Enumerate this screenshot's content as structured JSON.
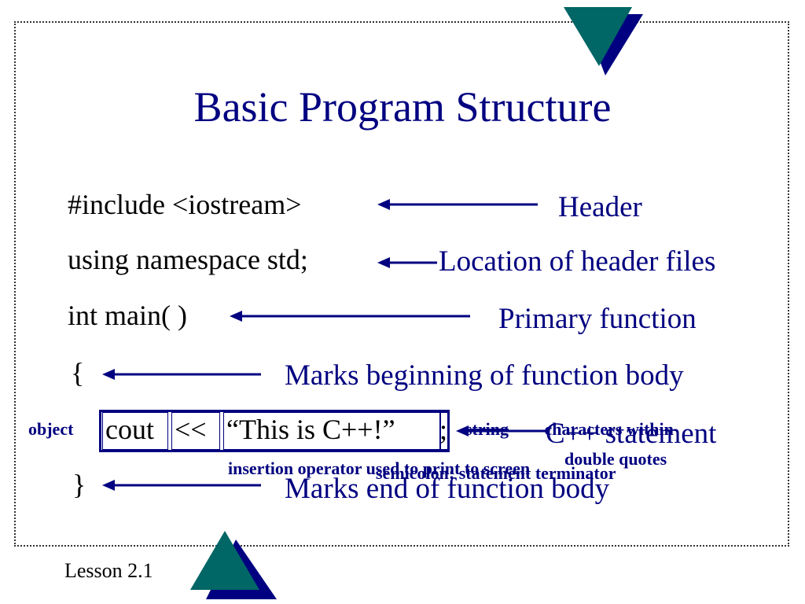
{
  "slide": {
    "title": "Basic Program Structure",
    "footer": "Lesson 2.1",
    "colors": {
      "accent": "#000080",
      "teal": "#006666",
      "text": "#000000"
    }
  },
  "code": {
    "line1": "#include <iostream>",
    "line2": "using namespace std;",
    "line3": "int main( )",
    "line4": "{",
    "line5": {
      "object": "cout",
      "operator": "<<",
      "string": "“This is C++!”",
      "semicolon": ";"
    },
    "line6": "}"
  },
  "annotations": {
    "header": "Header",
    "location": "Location of header files",
    "primary": "Primary function",
    "begin": "Marks beginning of function body",
    "statement": "C++ statement",
    "end": "Marks end of function body",
    "object": "object",
    "string_label": "string",
    "string_desc_1": "– characters within",
    "string_desc_2": "double quotes",
    "insertion": "insertion operator used to print to screen",
    "semicolon": "semicolon: statement terminator"
  }
}
